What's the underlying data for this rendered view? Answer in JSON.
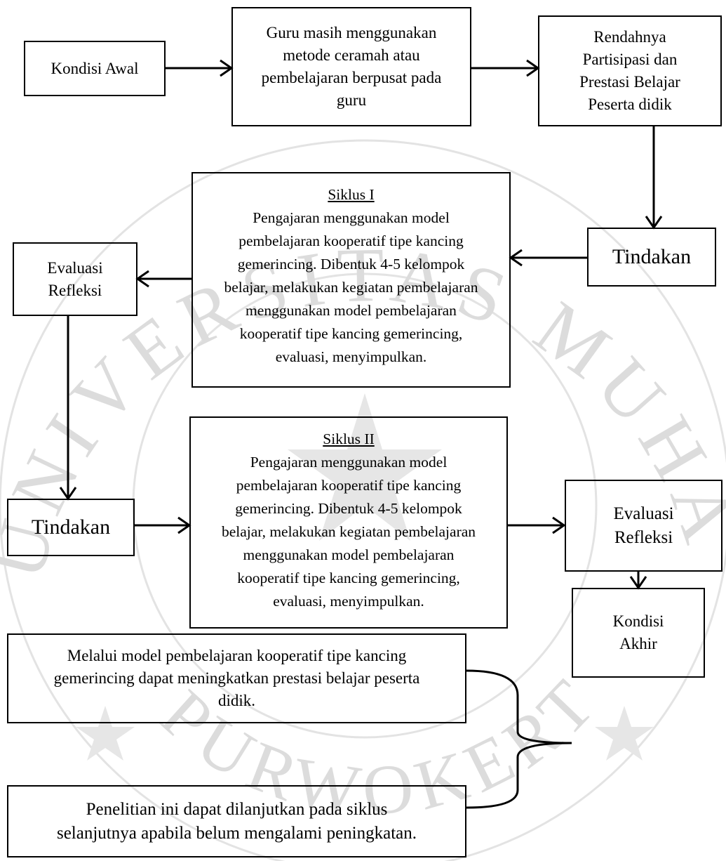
{
  "nodes": {
    "kondisi_awal": "Kondisi Awal",
    "guru_metode": [
      "Guru masih menggunakan",
      "metode ceramah atau",
      "pembelajaran berpusat pada",
      "guru"
    ],
    "rendahnya": [
      "Rendahnya",
      "Partisipasi dan",
      "Prestasi Belajar",
      "Peserta didik"
    ],
    "tindakan_1": "Tindakan",
    "siklus_1": {
      "title": "Siklus I",
      "lines": [
        "Pengajaran menggunakan model",
        "pembelajaran kooperatif tipe kancing",
        "gemerincing. Dibentuk 4-5 kelompok",
        "belajar, melakukan kegiatan pembelajaran",
        "menggunakan model pembelajaran",
        "kooperatif tipe kancing gemerincing,",
        "evaluasi, menyimpulkan."
      ]
    },
    "evaluasi_refleksi_1": [
      "Evaluasi",
      "Refleksi"
    ],
    "tindakan_2": "Tindakan",
    "siklus_2": {
      "title": "Siklus II",
      "lines": [
        "Pengajaran menggunakan model",
        "pembelajaran kooperatif tipe kancing",
        "gemerincing. Dibentuk 4-5 kelompok",
        "belajar, melakukan kegiatan pembelajaran",
        "menggunakan model pembelajaran",
        "kooperatif tipe kancing gemerincing,",
        "evaluasi, menyimpulkan."
      ]
    },
    "evaluasi_refleksi_2": [
      "Evaluasi",
      "Refleksi"
    ],
    "kondisi_akhir": [
      "Kondisi",
      "Akhir"
    ],
    "hasil_1": [
      "Melalui model pembelajaran kooperatif tipe kancing",
      "gemerincing dapat meningkatkan prestasi belajar peserta",
      "didik."
    ],
    "hasil_2": [
      "Penelitian ini dapat dilanjutkan pada siklus",
      "selanjutnya apabila belum mengalami peningkatan."
    ]
  },
  "watermark": {
    "arc_text": "UNIVERSITAS MUHAMMADIYAH",
    "bottom_text": "PURWOKERTO",
    "color": "#d9d9d9"
  }
}
